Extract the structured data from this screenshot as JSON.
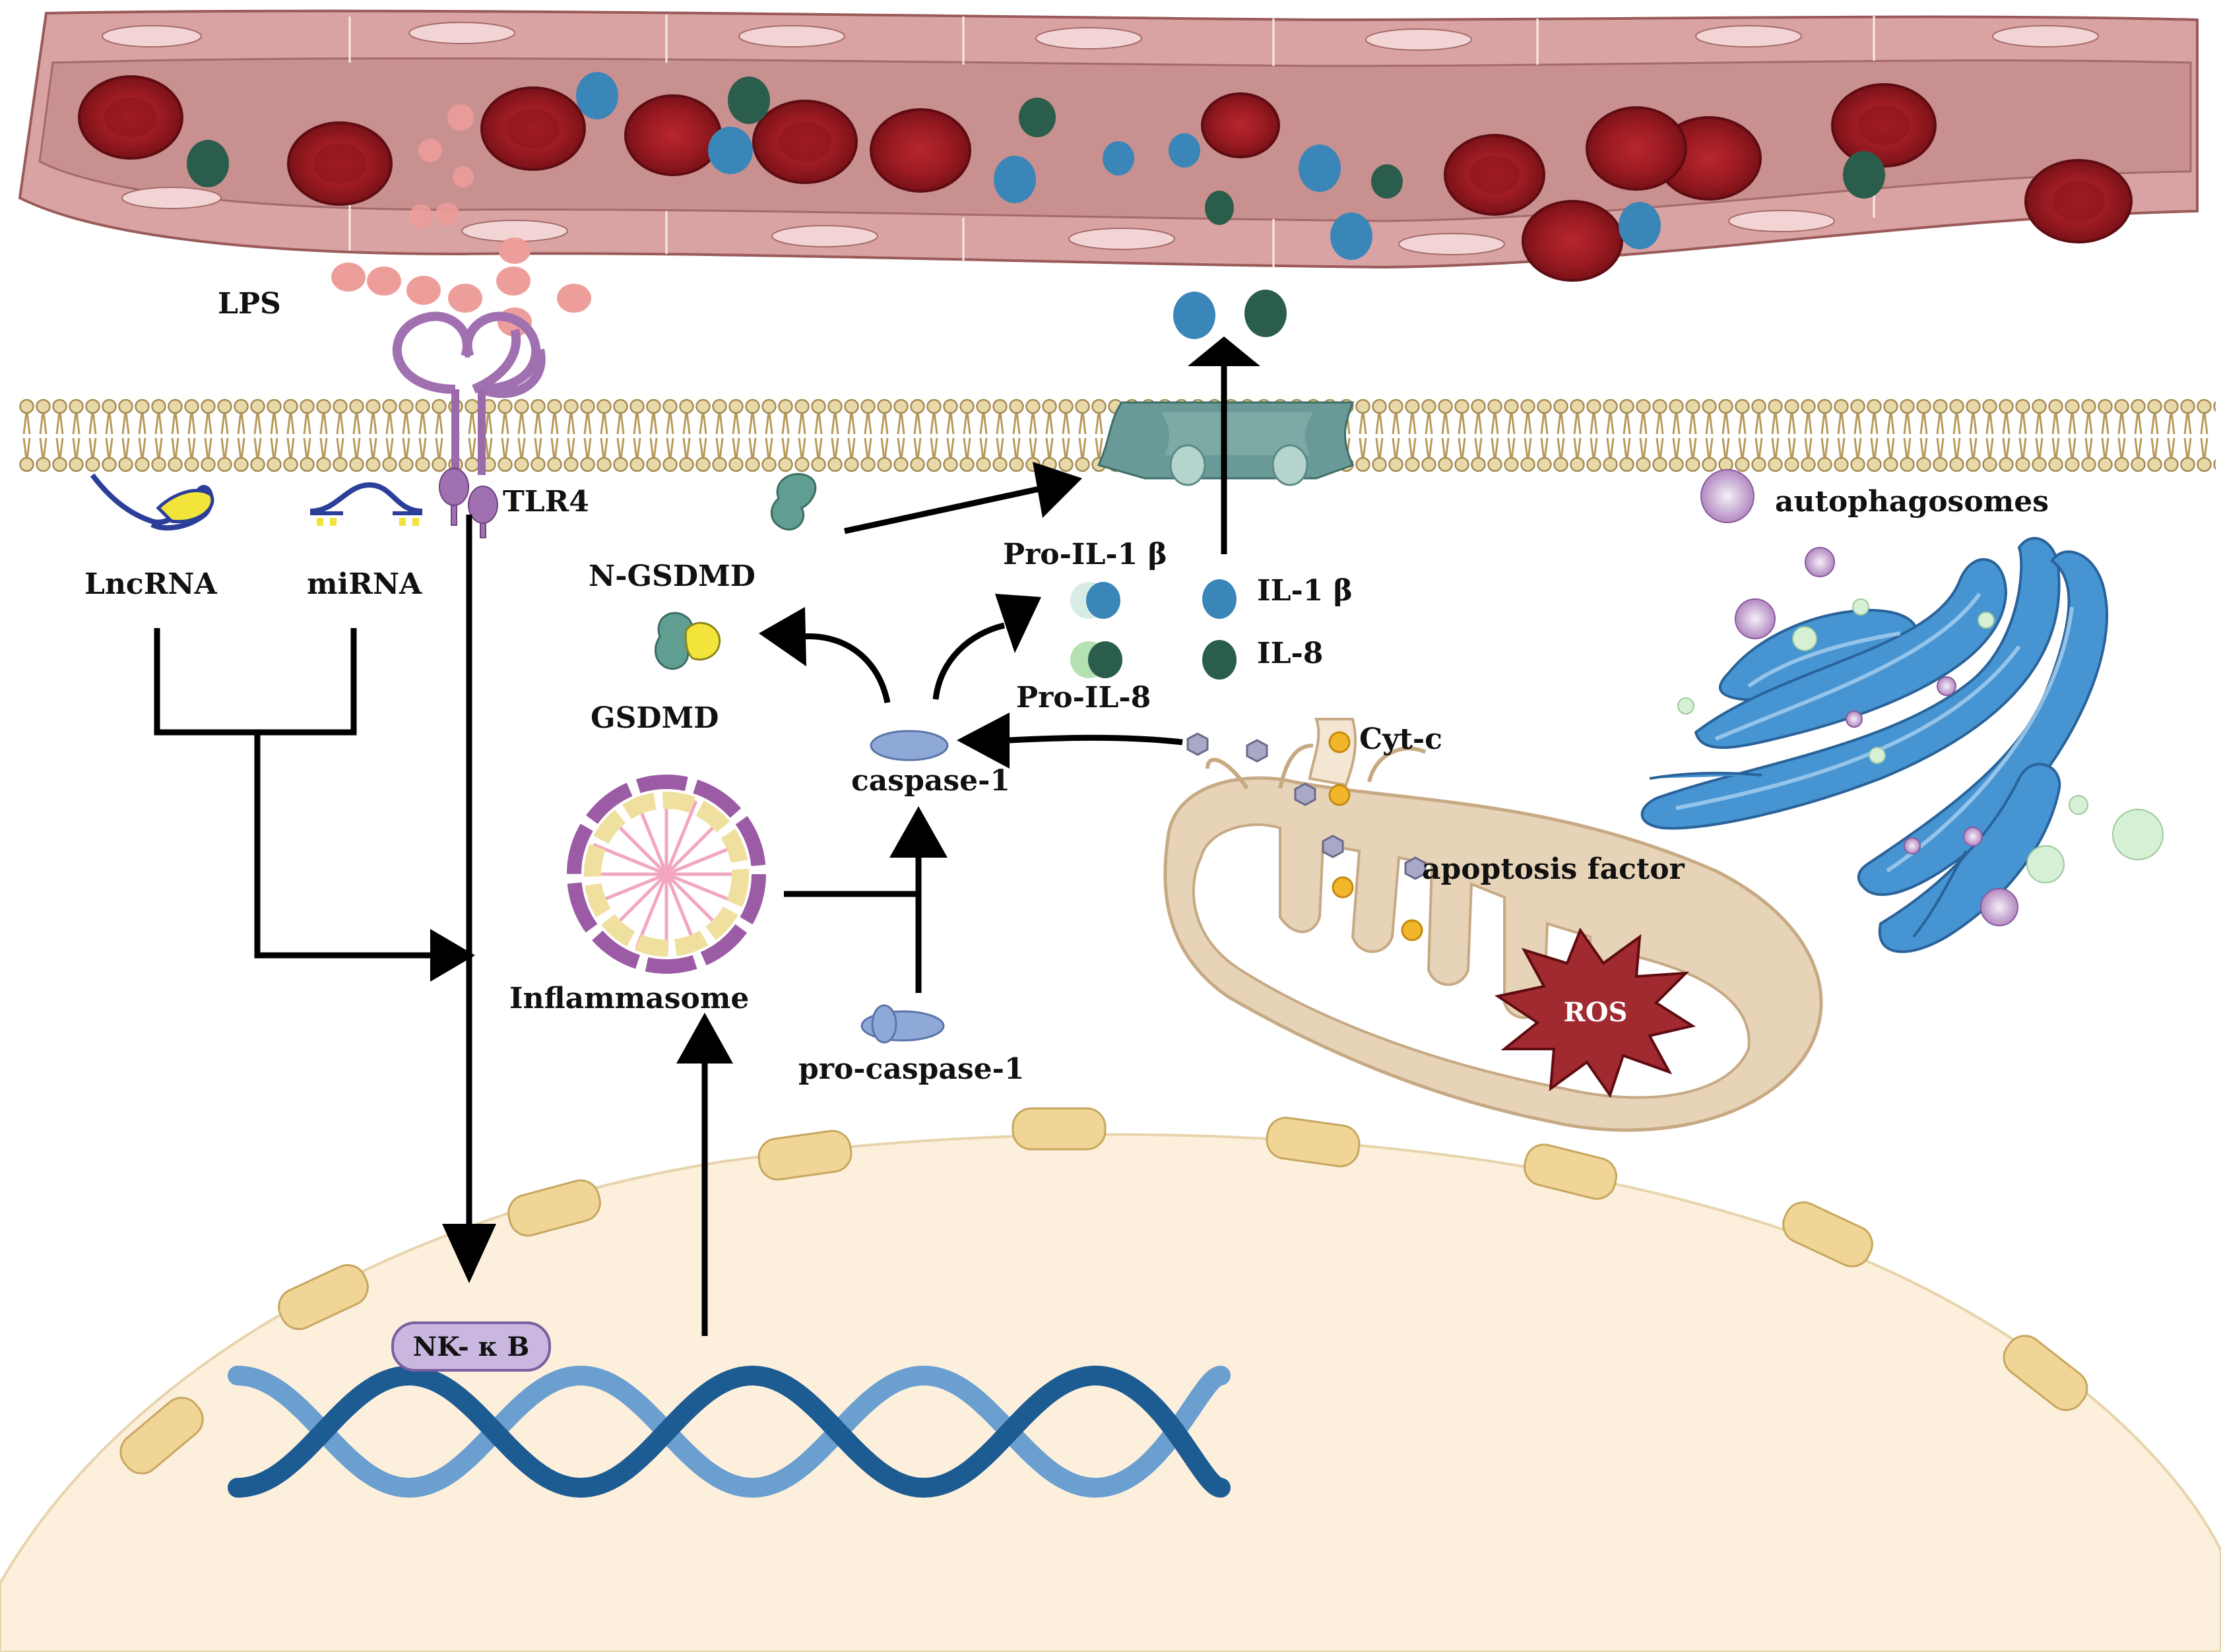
{
  "labels": {
    "lps": "LPS",
    "tlr4": "TLR4",
    "lncrna": "LncRNA",
    "mirna": "miRNA",
    "n_gsdmd": "N-GSDMD",
    "gsdmd": "GSDMD",
    "pro_il1b": "Pro-IL-1 β",
    "pro_il8": "Pro-IL-8",
    "il1b": "IL-1 β",
    "il8": "IL-8",
    "caspase1": "caspase-1",
    "pro_caspase1": "pro-caspase-1",
    "inflammasome": "Inflammasome",
    "cyt_c": "Cyt-c",
    "apoptosis_factor": "apoptosis factor",
    "ros": "ROS",
    "autophagosomes": "autophagosomes",
    "nfkb": "NK- κ B"
  },
  "colors": {
    "vessel_wall": "#d9a3a3",
    "vessel_lumen": "#c99090",
    "rbc": "#9b1b22",
    "il1b": "#3b86b8",
    "il8": "#2a5d4b",
    "lps": "#ee9e9a",
    "tlr4": "#a070b0",
    "gsdmd": "#5f9e90",
    "channel": "#6a9a98",
    "caspase": "#8ea8d8",
    "inflammasome": "#9b5ba5",
    "mitochondria": "#e6d3b8",
    "ros": "#a02a30",
    "golgi": "#3d8fd0",
    "nucleus": "#fcf0dc",
    "pore": "#f0d596",
    "dna_dark": "#1d5b93",
    "dna_light": "#6a9fd0",
    "arrow": "#000000"
  }
}
